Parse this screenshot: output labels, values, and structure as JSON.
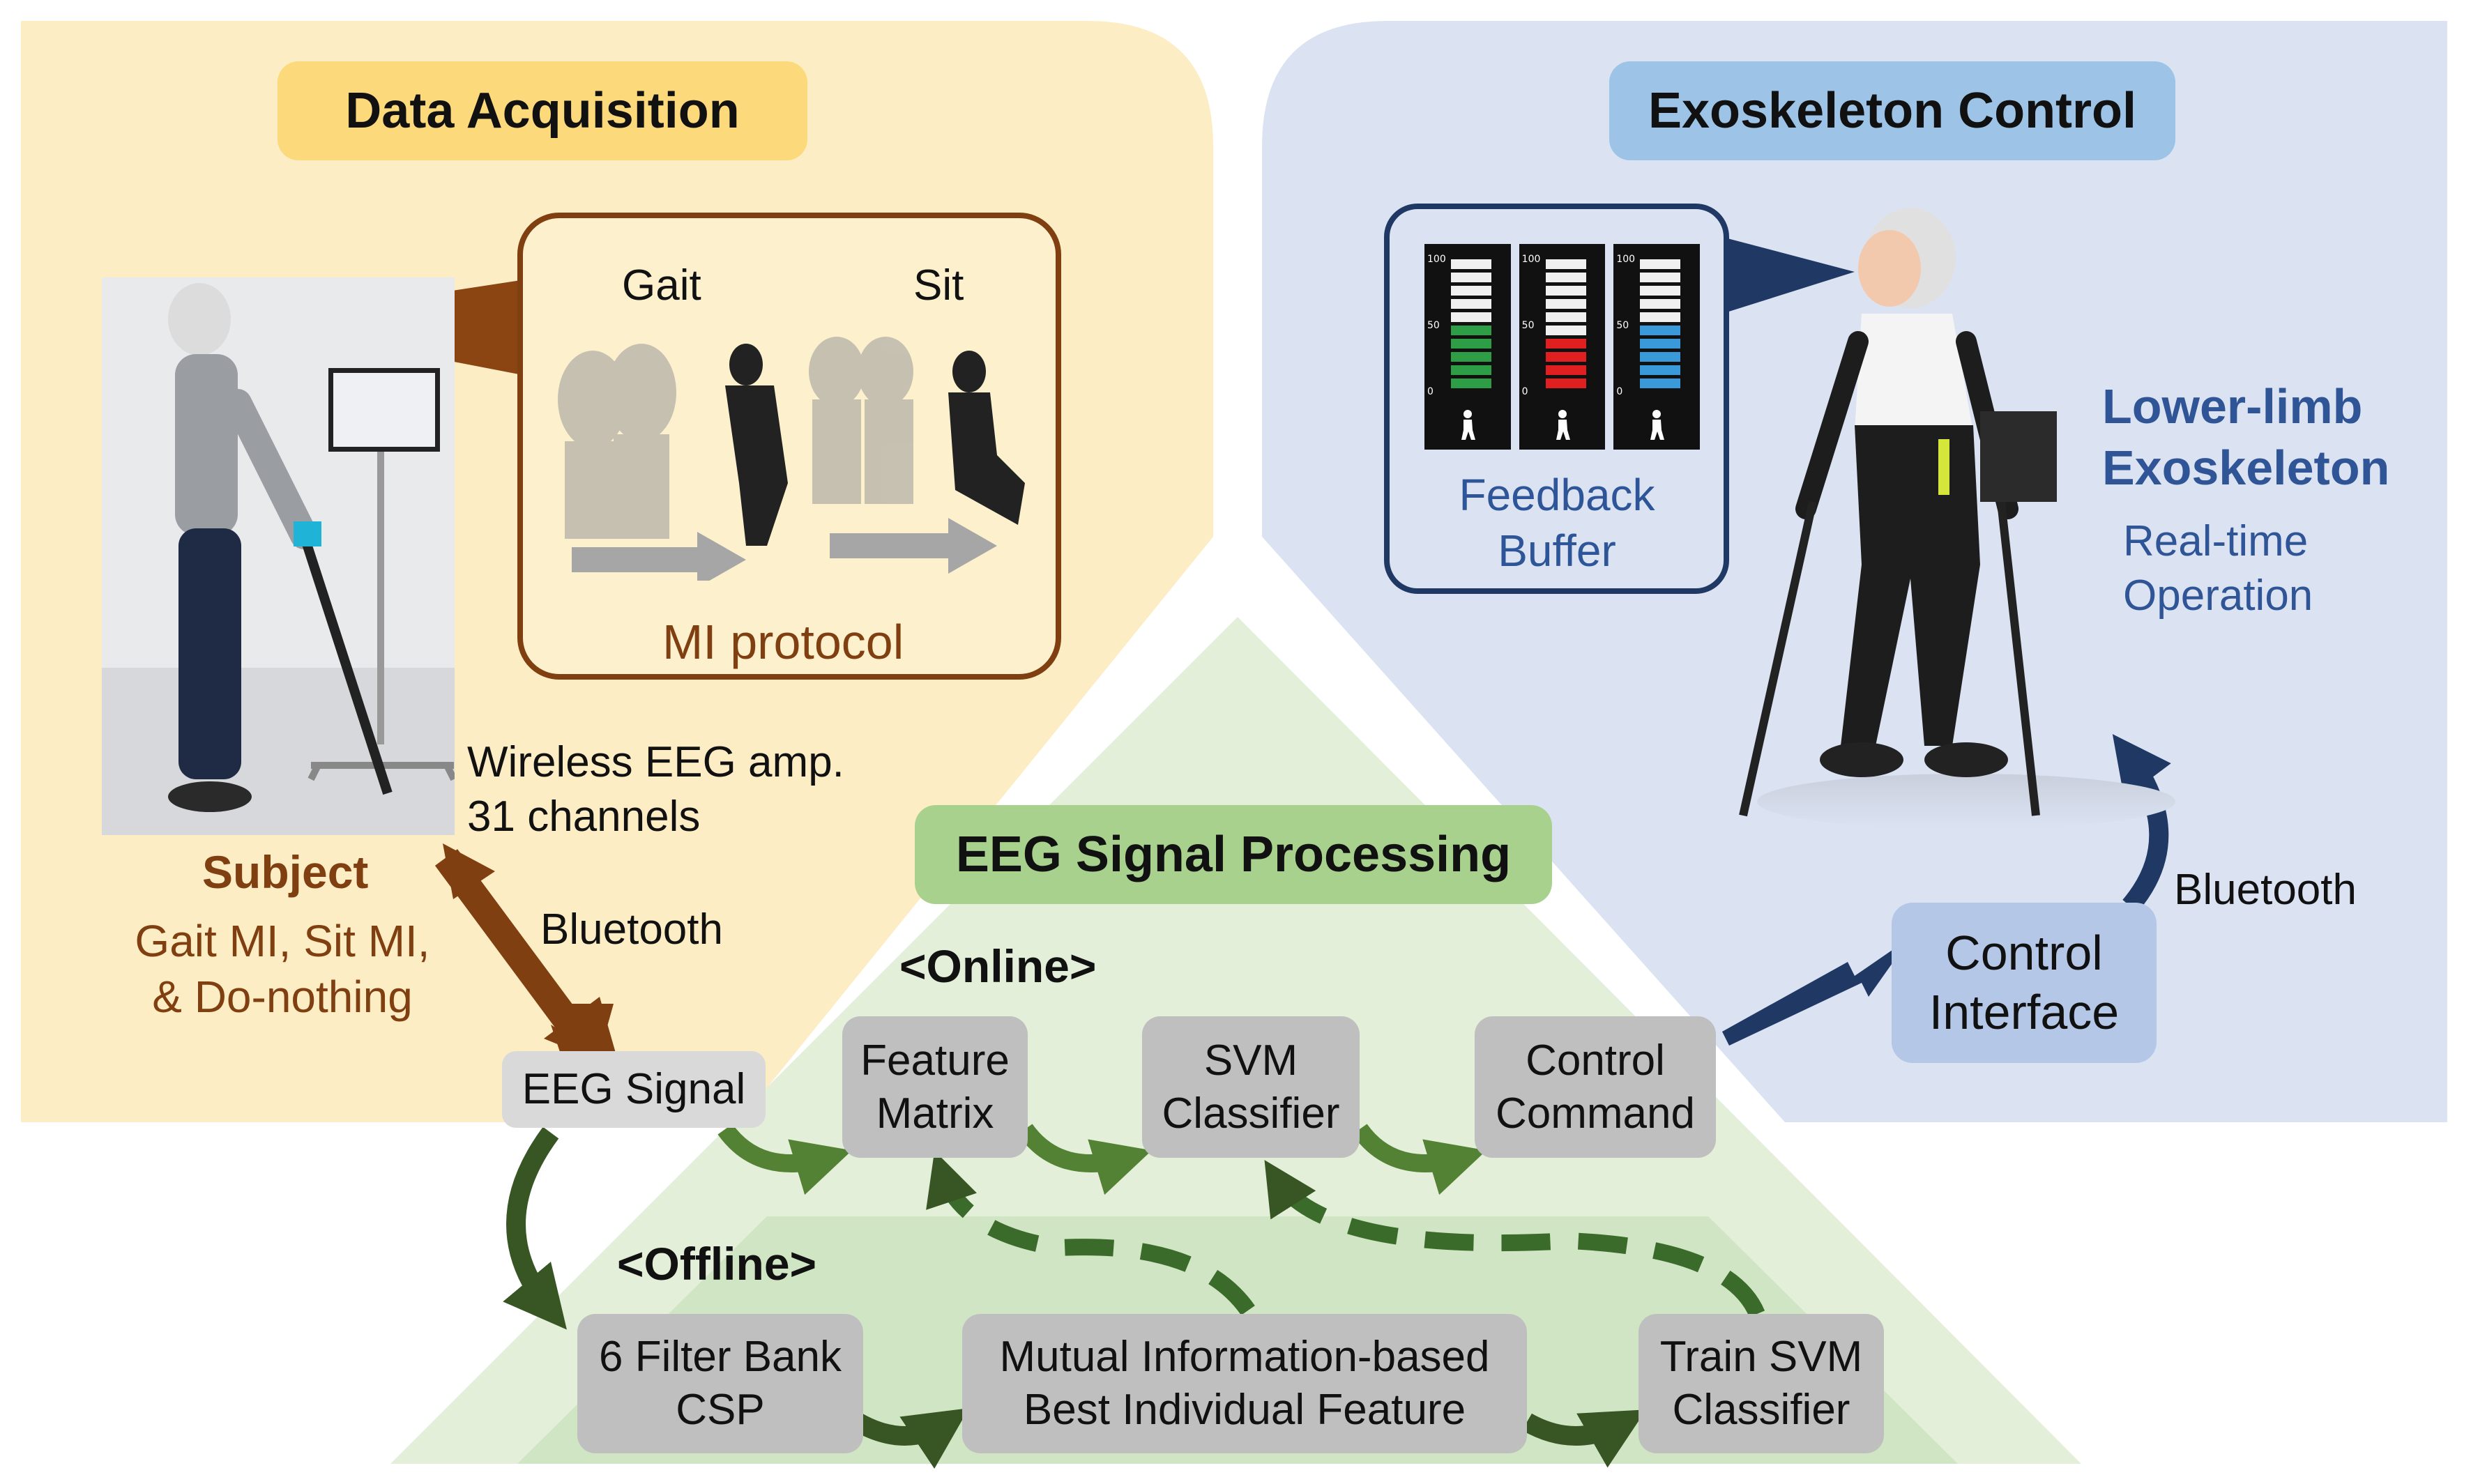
{
  "sections": {
    "acquisition": {
      "title": "Data Acquisition",
      "gait_label": "Gait",
      "sit_label": "Sit",
      "protocol_label": "MI protocol",
      "subject_title": "Subject",
      "subject_desc": "Gait MI, Sit MI,\n& Do-nothing",
      "amp_label": "Wireless EEG amp.\n31 channels",
      "bluetooth_label": "Bluetooth"
    },
    "control": {
      "title": "Exoskeleton Control",
      "feedback_label": "Feedback\nBuffer",
      "exo_title": "Lower-limb\nExoskeleton",
      "exo_desc": "Real-time\nOperation",
      "bluetooth_label": "Bluetooth",
      "interface_label": "Control\nInterface",
      "gauge_ticks": [
        "100",
        "50",
        "0"
      ]
    },
    "processing": {
      "title": "EEG Signal Processing",
      "online_label": "<Online>",
      "offline_label": "<Offline>",
      "eeg_signal": "EEG Signal",
      "feature_matrix": "Feature\nMatrix",
      "svm_classifier": "SVM\nClassifier",
      "control_command": "Control\nCommand",
      "filter_bank": "6 Filter Bank\nCSP",
      "mutual_info": "Mutual Information-based\nBest Individual Feature",
      "train_svm": "Train SVM\nClassifier"
    }
  },
  "gauges": [
    {
      "color": "#2e9e46",
      "level": 0.5
    },
    {
      "color": "#e02020",
      "level": 0.4
    },
    {
      "color": "#3a9ad9",
      "level": 0.5
    }
  ],
  "colors": {
    "acquisition_bg": "#fdedc4",
    "acquisition_pill": "#fcd97a",
    "control_bg": "#dbe3f3",
    "control_pill": "#9dc3e6",
    "processing_bg_top": "#e3efd9",
    "processing_bg_bottom": "#cfe5c3",
    "processing_pill": "#a9d18e",
    "brown": "#7f3f10",
    "navy": "#1f3864",
    "green_arrow": "#548235",
    "dark_green_arrow": "#3b5e2b"
  }
}
